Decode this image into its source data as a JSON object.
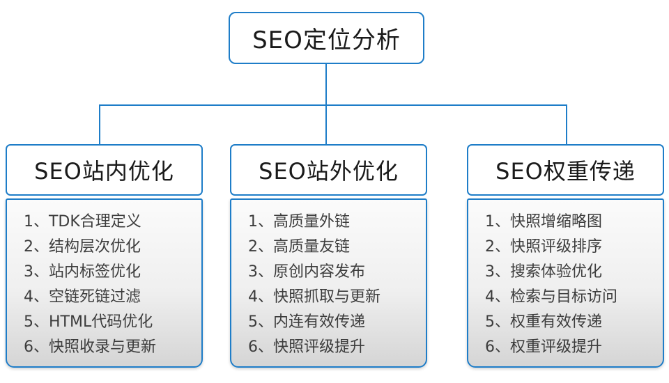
{
  "diagram": {
    "root": {
      "title": "SEO定位分析"
    },
    "branches": [
      {
        "title": "SEO站内优化",
        "items": [
          "1、TDK合理定义",
          "2、结构层次优化",
          "3、站内标签优化",
          "4、空链死链过滤",
          "5、HTML代码优化",
          "6、快照收录与更新"
        ]
      },
      {
        "title": "SEO站外优化",
        "items": [
          "1、高质量外链",
          "2、高质量友链",
          "3、原创内容发布",
          "4、快照抓取与更新",
          "5、内连有效传递",
          "6、快照评级提升"
        ]
      },
      {
        "title": "SEO权重传递",
        "items": [
          "1、快照增缩略图",
          "2、快照评级排序",
          "3、搜索体验优化",
          "4、检索与目标访问",
          "5、权重有效传递",
          "6、权重评级提升"
        ]
      }
    ],
    "colors": {
      "accent": "#1e7dc8",
      "title_text": "#1a1a1a",
      "item_text": "#3c3c3c",
      "list_gradient_top": "#fbfbfb",
      "list_gradient_bottom": "#d5d5d5"
    }
  }
}
